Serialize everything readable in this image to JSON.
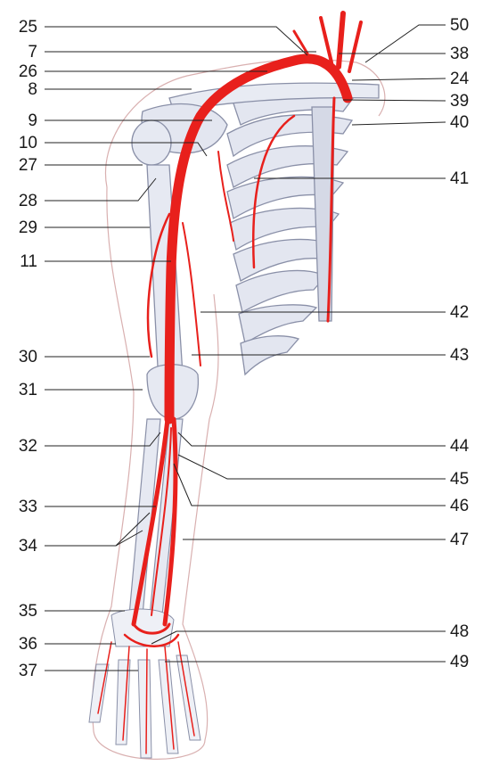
{
  "left_labels": [
    "25",
    "7",
    "26",
    "8",
    "9",
    "10",
    "27",
    "28",
    "29",
    "11",
    "30",
    "31",
    "32",
    "33",
    "34",
    "35",
    "36",
    "37"
  ],
  "right_labels": [
    "50",
    "38",
    "24",
    "39",
    "40",
    "41",
    "42",
    "43",
    "44",
    "45",
    "46",
    "47",
    "48",
    "49"
  ],
  "colors": {
    "artery": "#e8201c",
    "artery_dark": "#c8100c",
    "bone": "#dfe3ee",
    "bone_shade": "#9aa0b8",
    "skin_outline": "#d9a0a0",
    "leader": "#222222"
  }
}
